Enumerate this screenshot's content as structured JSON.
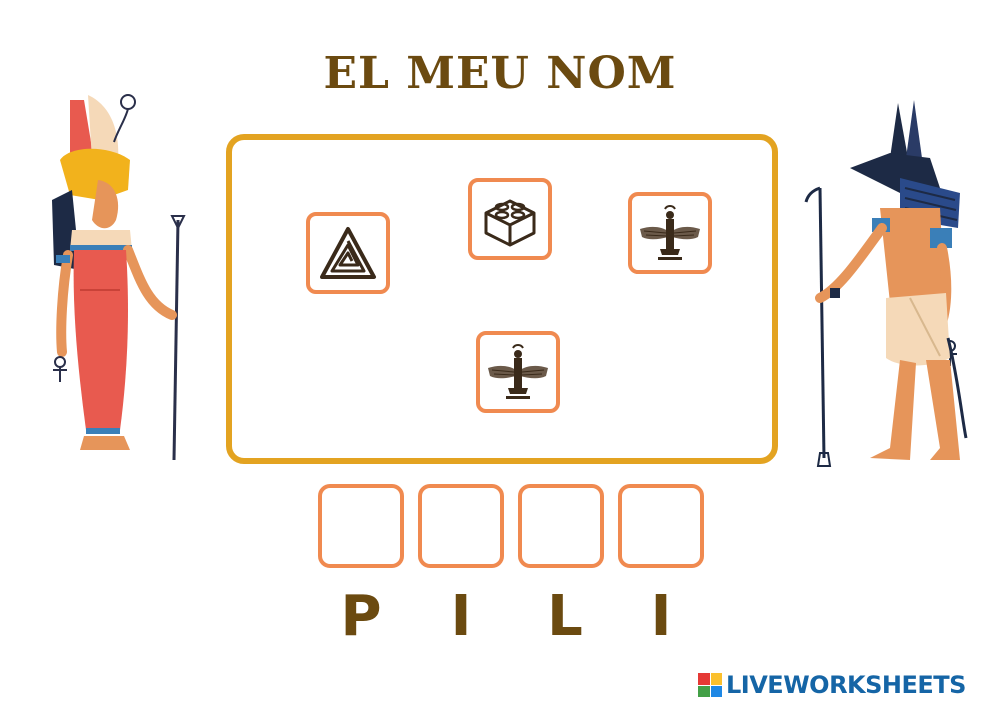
{
  "worksheet": {
    "title": "EL MEU NOM"
  },
  "tiles": [
    {
      "id": "spiral-triangle",
      "icon": "spiral-triangle-icon"
    },
    {
      "id": "lego-brick",
      "icon": "lego-brick-icon"
    },
    {
      "id": "winged-figure-a",
      "icon": "winged-goddess-icon"
    },
    {
      "id": "winged-figure-b",
      "icon": "winged-goddess-icon"
    }
  ],
  "answer_slots": 4,
  "name_letters": [
    "P",
    "I",
    "L",
    "I"
  ],
  "colors": {
    "title": "#6b4a10",
    "board_border": "#e3a321",
    "tile_border": "#f08a50"
  },
  "branding": {
    "text": "LIVEWORKSHEETS"
  }
}
